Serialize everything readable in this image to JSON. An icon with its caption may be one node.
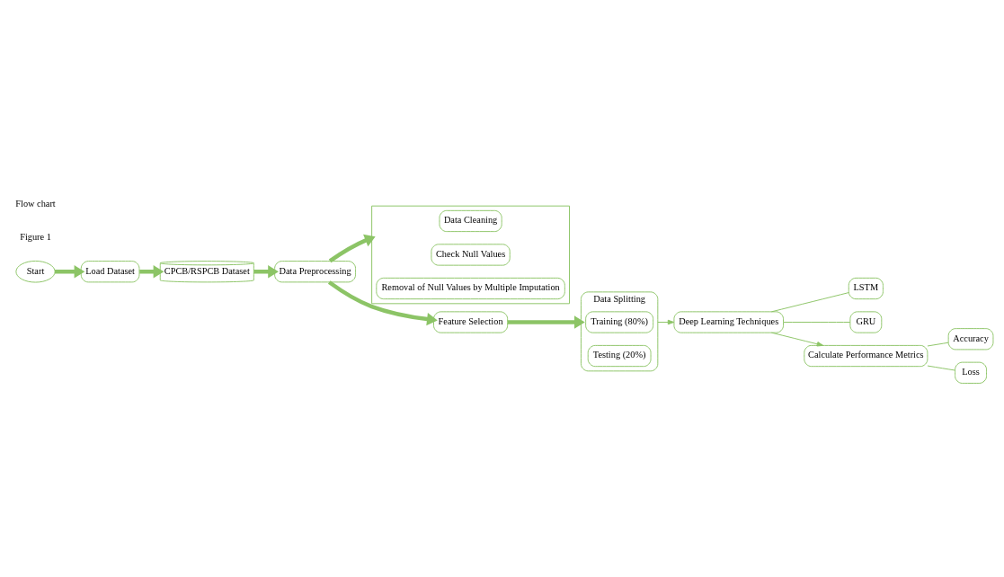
{
  "diagram": {
    "nodes": [
      {
        "text": [
          "CPCB/RSPCB Dataset"
        ]
      },
      {
        "text": [
          "Load Dataset"
        ]
      },
      {
        "text": [
          "Start"
        ]
      },
      {
        "text": [
          "Data Preprocessing"
        ]
      },
      {
        "text": [],
        "shape": "box"
      },
      {
        "text": [
          "Data Cleaning"
        ],
        "in": 4
      },
      {
        "text": [
          "Check Null Values"
        ],
        "in": 4
      },
      {
        "text": [
          "Removal of Null Values by Multiple Imputation"
        ],
        "in": 4
      },
      {
        "text": [
          "Feature Selection"
        ]
      },
      {
        "text": [
          "Data Splitting"
        ]
      },
      {
        "text": [
          "Training (80%)"
        ],
        "in": 9
      },
      {
        "text": [
          "Testing (20%)"
        ],
        "in": 9
      },
      {
        "text": [
          "Deep Learning Techniques"
        ]
      },
      {
        "text": [
          "LSTM"
        ]
      },
      {
        "text": [
          "GRU"
        ]
      },
      {
        "text": [
          "Calculate Performance Metrics"
        ]
      },
      {
        "text": [
          "Accuracy"
        ]
      },
      {
        "text": [
          "Loss"
        ]
      }
    ],
    "edges": [
      {
        "from": 2,
        "to": 1,
        "arrow": "to",
        "style": "thick"
      },
      {
        "from": 1,
        "to": 0,
        "arrow": "to",
        "style": "thick"
      },
      {
        "from": 0,
        "to": 3,
        "arrow": "to",
        "style": "thick"
      },
      {
        "from": 3,
        "to": 4,
        "arrow": "to",
        "style": "thick"
      },
      {
        "from": 3,
        "to": 8,
        "arrow": "to",
        "style": "thick"
      },
      {
        "from": 8,
        "to": 9,
        "arrow": "to",
        "style": "thick"
      },
      {
        "from": 9,
        "to": 12,
        "arrow": "to"
      },
      {
        "from": 12,
        "to": 13,
        "arrow": "none"
      },
      {
        "from": 12,
        "to": 14,
        "arrow": "none"
      },
      {
        "from": 12,
        "to": 15,
        "arrow": "to"
      },
      {
        "from": 15,
        "to": 16,
        "arrow": "none"
      },
      {
        "from": 15,
        "to": 17,
        "arrow": "none"
      }
    ],
    "labels": [
      "Figure 1",
      "Flow chart"
    ]
  }
}
